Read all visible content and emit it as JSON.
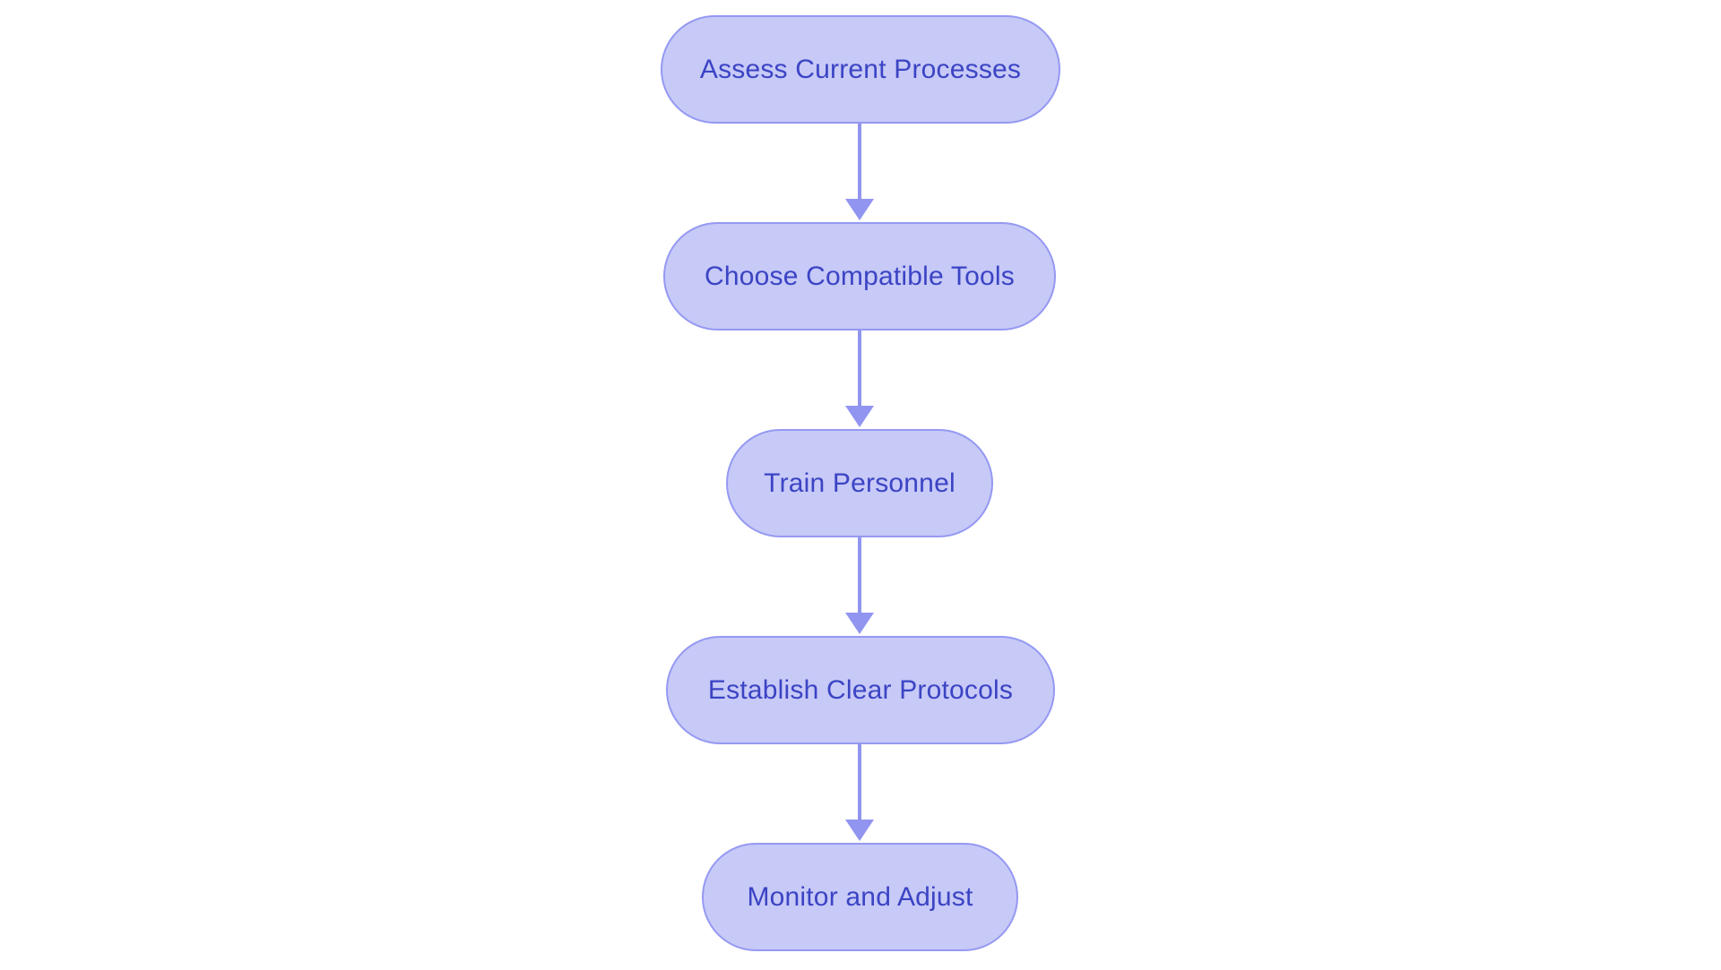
{
  "flowchart": {
    "type": "flowchart",
    "direction": "top-down",
    "nodes": [
      {
        "label": "Assess Current Processes",
        "shape": "stadium"
      },
      {
        "label": "Choose Compatible Tools",
        "shape": "stadium"
      },
      {
        "label": "Train Personnel",
        "shape": "stadium"
      },
      {
        "label": "Establish Clear Protocols",
        "shape": "stadium"
      },
      {
        "label": "Monitor and Adjust",
        "shape": "stadium"
      }
    ],
    "edges": [
      {
        "from": "Assess Current Processes",
        "to": "Choose Compatible Tools"
      },
      {
        "from": "Choose Compatible Tools",
        "to": "Train Personnel"
      },
      {
        "from": "Train Personnel",
        "to": "Establish Clear Protocols"
      },
      {
        "from": "Establish Clear Protocols",
        "to": "Monitor and Adjust"
      }
    ],
    "style": {
      "background": "#ffffff",
      "node_fill": "#c7c9f7",
      "node_border": "#9599f2",
      "node_text": "#3b44c4",
      "arrow_color": "#9195f0"
    }
  }
}
